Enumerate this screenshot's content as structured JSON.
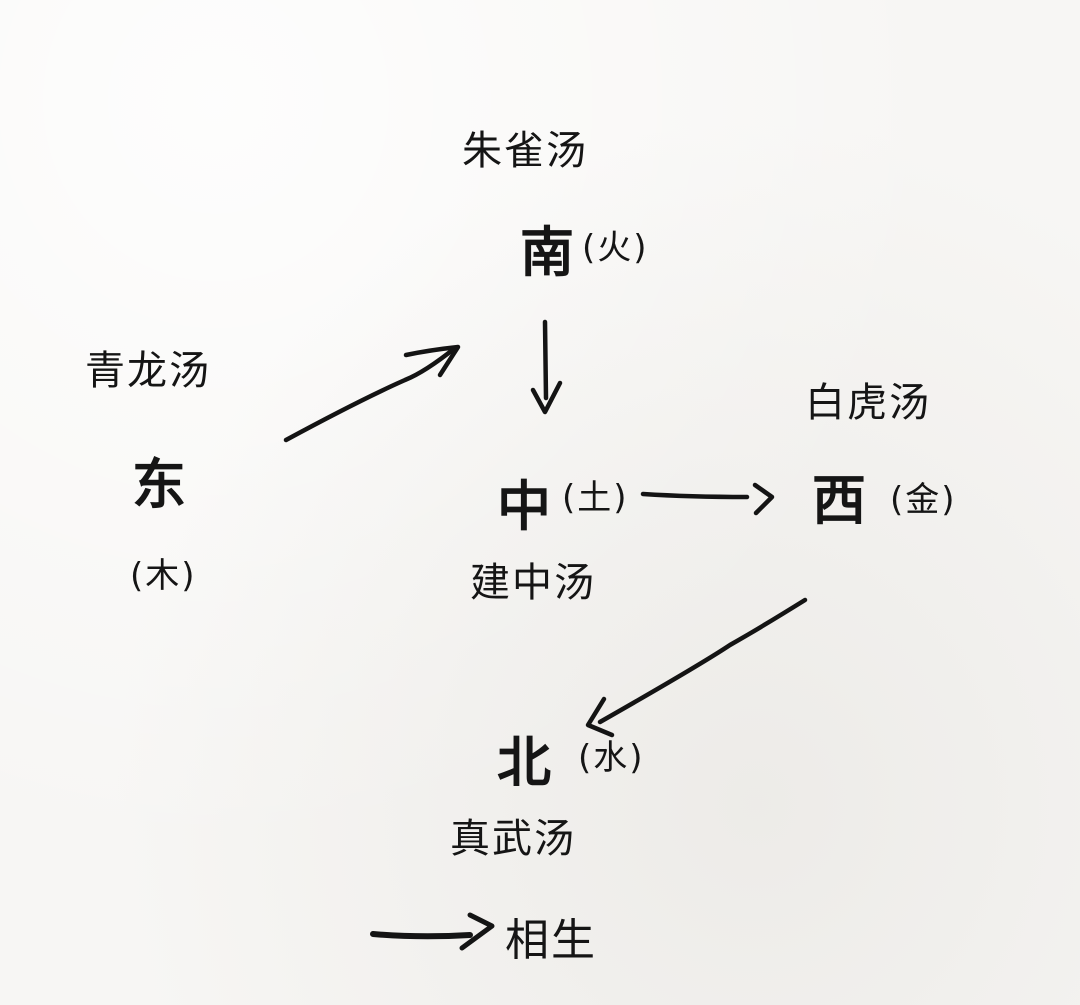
{
  "diagram": {
    "type": "handwritten five-elements diagram",
    "nodes": {
      "south": {
        "decoction": "朱雀汤",
        "direction": "南",
        "element": "(火)"
      },
      "east": {
        "decoction": "青龙汤",
        "direction": "东",
        "element": "(木)"
      },
      "center": {
        "decoction": "建中汤",
        "direction": "中",
        "element": "(土)"
      },
      "west": {
        "decoction": "白虎汤",
        "direction": "西",
        "element": "(金)"
      },
      "north": {
        "decoction": "真武汤",
        "direction": "北",
        "element": "(水)"
      }
    },
    "edges": [
      {
        "from": "east",
        "to": "south",
        "relation": "相生"
      },
      {
        "from": "south",
        "to": "center",
        "relation": "相生"
      },
      {
        "from": "center",
        "to": "west",
        "relation": "相生"
      },
      {
        "from": "west",
        "to": "north",
        "relation": "相生"
      }
    ],
    "legend": {
      "arrow_meaning": "相生"
    },
    "colors": {
      "ink": "#141414",
      "paper": "#f7f6f4"
    }
  }
}
